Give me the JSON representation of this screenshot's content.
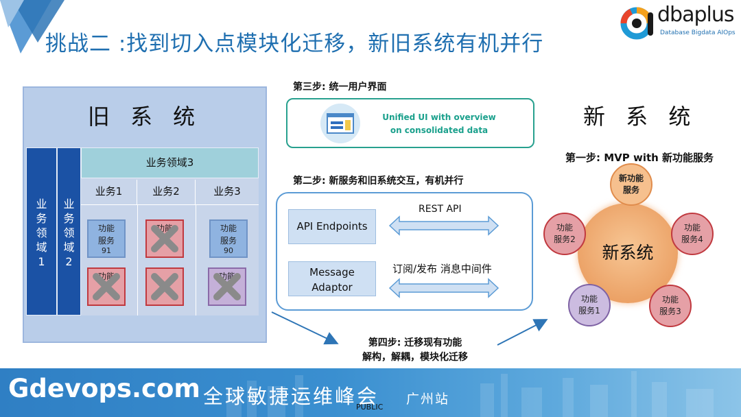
{
  "header": {
    "title": "挑战二 :找到切入点模块化迁移，新旧系统有机并行",
    "logo_text": "dbaplus",
    "logo_sub": "Database Bigdata AIOps"
  },
  "old_system": {
    "title": "旧 系 统",
    "domain1": "业务领域1",
    "domain2": "业务领域2",
    "domain3": "业务领域3",
    "business": [
      "业务1",
      "业务2",
      "业务3"
    ],
    "func_boxes": {
      "b91": [
        "功能",
        "服务",
        "91"
      ],
      "b90": [
        "功能",
        "服务",
        "90"
      ],
      "crossed_top_left": "功能",
      "crossed_top_middle": "功能",
      "crossed_bottom_right": "功能"
    }
  },
  "steps": {
    "step3_label": "第三步: 统一用户界面",
    "unified_ui_line1": "Unified UI with overview",
    "unified_ui_line2": "on consolidated data",
    "step2_label": "第二步: 新服务和旧系统交互，有机并行",
    "api_endpoints": "API Endpoints",
    "message_line1": "Message",
    "message_line2": "Adaptor",
    "rest_api": "REST API",
    "subscribe": "订阅/发布 消息中间件",
    "step4_line1": "第四步: 迁移现有功能",
    "step4_line2": "解构，解耦，模块化迁移"
  },
  "new_system": {
    "title": "新 系 统",
    "step1_label": "第一步: MVP with 新功能服务",
    "center": "新系统",
    "new_func_line1": "新功能",
    "new_func_line2": "服务",
    "svc1": [
      "功能",
      "服务1"
    ],
    "svc2": [
      "功能",
      "服务2"
    ],
    "svc3": [
      "功能",
      "服务3"
    ],
    "svc4": [
      "功能",
      "服务4"
    ]
  },
  "footer": {
    "brand": "Gdevops.com",
    "cn_title": "全球敏捷运维峰会",
    "city": "广州站",
    "public": "PUBLIC"
  },
  "colors": {
    "title_blue": "#1f6fb0",
    "dark_blue": "#1b52a5",
    "teal": "#27a08e",
    "orange": "#eba064"
  }
}
